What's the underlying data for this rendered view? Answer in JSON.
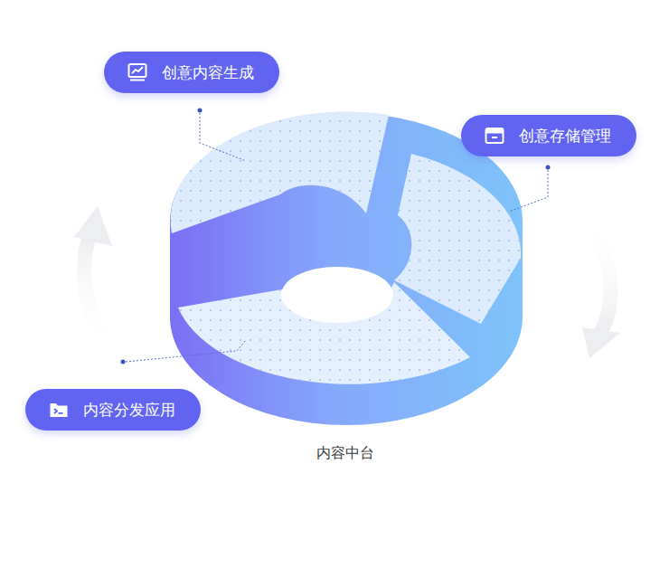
{
  "diagram": {
    "nodes": [
      {
        "text": [
          "创意内容生成"
        ]
      },
      {
        "text": [
          "创意存储管理"
        ]
      },
      {
        "text": [
          "内容分发应用"
        ]
      }
    ],
    "labels": [
      "内容中台"
    ]
  }
}
